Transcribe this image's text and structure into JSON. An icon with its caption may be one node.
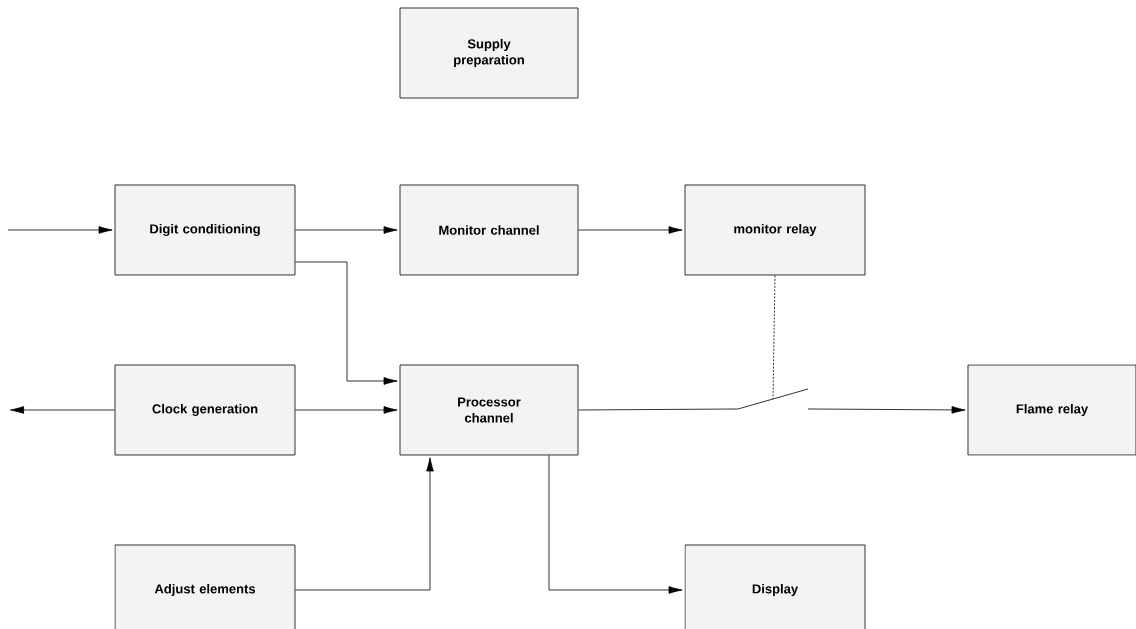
{
  "diagram": {
    "nodes": [
      {
        "text": [
          "Supply preparation"
        ]
      },
      {
        "text": [
          "Digit conditioning"
        ]
      },
      {
        "text": [
          "Monitor channel"
        ]
      },
      {
        "text": [
          "monitor relay"
        ]
      },
      {
        "text": [
          "Clock generation"
        ]
      },
      {
        "text": [
          "Processor channel"
        ]
      },
      {
        "text": [
          "Flame relay"
        ]
      },
      {
        "text": [
          "Adjust elements"
        ]
      },
      {
        "text": [
          "Display"
        ]
      },
      {
        "text": [],
        "shape": "switch"
      }
    ],
    "edges": [
      {
        "from": null,
        "to": 1,
        "arrow": "to"
      },
      {
        "from": 1,
        "to": 2,
        "arrow": "to"
      },
      {
        "from": 2,
        "to": 3,
        "arrow": "to"
      },
      {
        "from": 1,
        "to": 5,
        "arrow": "to"
      },
      {
        "from": 4,
        "to": null,
        "arrow": "to"
      },
      {
        "from": 4,
        "to": 5,
        "arrow": "to"
      },
      {
        "from": 5,
        "to": 9,
        "arrow": "none"
      },
      {
        "from": 9,
        "to": 6,
        "arrow": "to"
      },
      {
        "from": 3,
        "to": 9,
        "arrow": "none",
        "style": "dashed"
      },
      {
        "from": 7,
        "to": 5,
        "arrow": "to"
      },
      {
        "from": 5,
        "to": 8,
        "arrow": "to"
      }
    ]
  }
}
